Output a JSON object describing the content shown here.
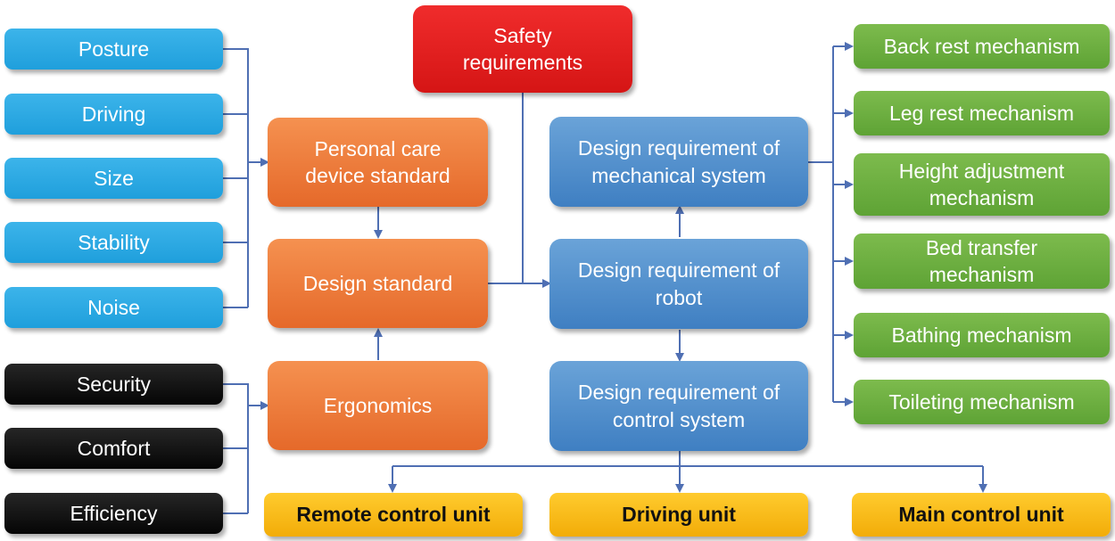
{
  "diagram": {
    "factors_blue": [
      "Posture",
      "Driving",
      "Size",
      "Stability",
      "Noise"
    ],
    "factors_black": [
      "Security",
      "Comfort",
      "Efficiency"
    ],
    "personal_care": "Personal care device standard",
    "design_standard": "Design standard",
    "ergonomics": "Ergonomics",
    "safety": "Safety requirements",
    "mechanical": "Design requirement of mechanical system",
    "robot": "Design requirement of robot",
    "control": "Design requirement of control system",
    "mechanisms": [
      "Back rest mechanism",
      "Leg rest mechanism",
      "Height adjustment mechanism",
      "Bed transfer mechanism",
      "Bathing mechanism",
      "Toileting mechanism"
    ],
    "units": [
      "Remote control unit",
      "Driving unit",
      "Main control unit"
    ]
  },
  "colors": {
    "connector": "#4f6fb3",
    "left_blue": "#29a8e0",
    "black": "#111111",
    "orange": "#ec7a39",
    "red": "#e31e24",
    "center_blue": "#5590cc",
    "green": "#6daf43",
    "yellow": "#f8bc1c"
  }
}
